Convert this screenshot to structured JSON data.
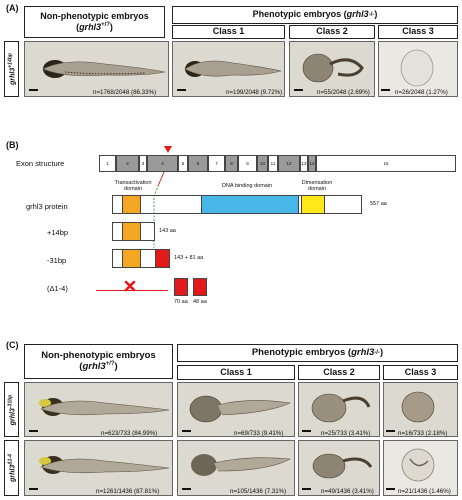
{
  "panelA": {
    "label": "(A)",
    "header_nonpheno_line1": "Non-phenotypic embryos",
    "header_nonpheno_line2": "grhl3",
    "header_nonpheno_sup": "+/?",
    "header_pheno_prefix": "Phenotypic embryos (",
    "header_pheno_gene": "grhl3",
    "header_pheno_sup": "-/-",
    "header_pheno_suffix": ")",
    "class1": "Class 1",
    "class2": "Class 2",
    "class3": "Class 3",
    "row_label_gene": "grhl3",
    "row_label_sup": "+14bp",
    "counts": [
      "n=1768/2048 (86.33%)",
      "n=199/2048 (9.72%)",
      "n=55/2048 (2.69%)",
      "n=26/2048 (1.27%)"
    ]
  },
  "panelB": {
    "label": "(B)",
    "exon_structure": "Exon structure",
    "exon_numbers": [
      "1",
      "2",
      "3",
      "4",
      "5",
      "6",
      "7",
      "8",
      "9",
      "10",
      "11",
      "12",
      "13",
      "14",
      "15"
    ],
    "protein_label": "grhl3 protein",
    "transactivation": "Transactivation domain",
    "dna_binding": "DNA binding domain",
    "dimerisation": "Dimerisation domain",
    "protein_length": "557 aa",
    "row1_label": "+14bp",
    "row1_length": "143 aa",
    "row2_label": "-31bp",
    "row2_length": "143 + 81 aa",
    "row3_label": "(Δ1-4)",
    "row3_len_a": "70 aa",
    "row3_len_b": "48 aa",
    "colors": {
      "transactivation": "#f5a623",
      "dna_binding": "#46b7e6",
      "dimerisation": "#ffe81a",
      "frameshift": "#e31a1c",
      "marker": "#e31a1c"
    }
  },
  "panelC": {
    "label": "(C)",
    "header_nonpheno_line1": "Non-phenotypic embryos",
    "header_nonpheno_line2": "grhl3",
    "header_nonpheno_sup": "+/?",
    "header_pheno_prefix": "Phenotypic embryos (",
    "header_pheno_gene": "grhl3",
    "header_pheno_sup": "-/-",
    "header_pheno_suffix": ")",
    "class1": "Class 1",
    "class2": "Class 2",
    "class3": "Class 3",
    "row1_gene": "grhl3",
    "row1_sup": "-31bp",
    "row2_gene": "grhl3",
    "row2_sup": "Δ1-4",
    "row1_counts": [
      "n=623/733 (84.99%)",
      "n=69/733 (9.41%)",
      "n=25/733 (3.41%)",
      "n=16/733 (2.18%)"
    ],
    "row2_counts": [
      "n=1261/1436 (87.81%)",
      "n=105/1436 (7.31%)",
      "n=49/1436 (3.41%)",
      "n=21/1436 (1.46%)"
    ]
  }
}
